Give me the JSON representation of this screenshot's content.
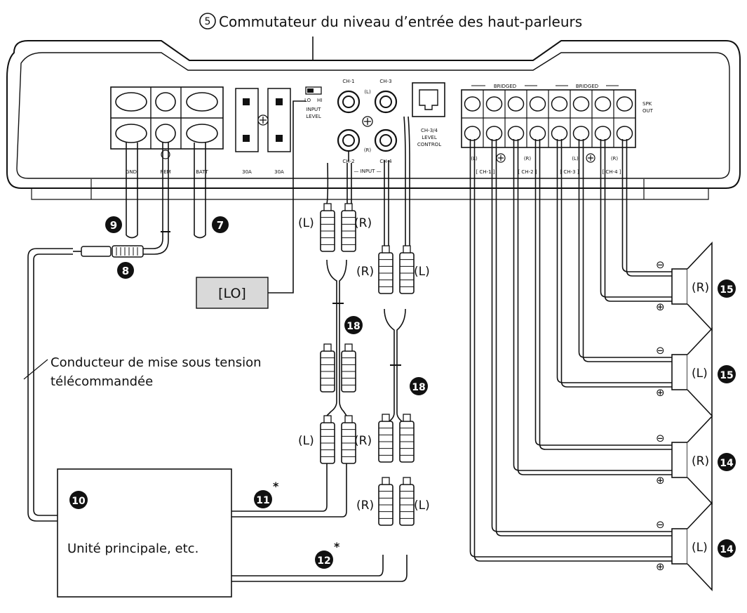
{
  "header": {
    "switch_number": "5",
    "switch_caption": "Commutateur du niveau d’entrée des haut-parleurs"
  },
  "amp": {
    "power_labels": [
      "GND",
      "REM",
      "BATT"
    ],
    "fuse_labels": [
      "30A",
      "30A"
    ],
    "input_level_label_top": "INPUT",
    "input_level_label_bottom": "LEVEL",
    "input_level_lo": "LO",
    "input_level_hi": "HI",
    "rca_ch1": "CH-1",
    "rca_ch2": "CH-2",
    "rca_ch3": "CH-3",
    "rca_ch4": "CH-4",
    "rca_left": "(L)",
    "rca_right": "(R)",
    "input_group": "— INPUT —",
    "level_control": [
      "CH-3/4",
      "LEVEL",
      "CONTROL"
    ],
    "bridged": "BRIDGED",
    "spk_out": [
      "SPK",
      "OUT"
    ],
    "spk_l": "(L)",
    "spk_r": "(R)",
    "spk_channels": [
      "[ CH-1 ]",
      "[ CH-2 ]",
      "[ CH-3 ]",
      "[ CH-4 ]"
    ]
  },
  "badges": {
    "b7": "7",
    "b8": "8",
    "b9": "9",
    "b10": "10",
    "b11": "11",
    "b12": "12",
    "b14a": "14",
    "b14b": "14",
    "b15a": "15",
    "b15b": "15",
    "b18a": "18",
    "b18b": "18",
    "asterisk": "*"
  },
  "plug_labels": {
    "left": "(L)",
    "right": "(R)"
  },
  "lo_box": "[LO]",
  "remote_lead": [
    "Conducteur de mise sous tension",
    "télécommandée"
  ],
  "head_unit": "Unité principale, etc.",
  "speakers": {
    "labels": [
      "(R)",
      "(L)",
      "(R)",
      "(L)"
    ],
    "minus": "⊖",
    "plus": "⊕"
  }
}
